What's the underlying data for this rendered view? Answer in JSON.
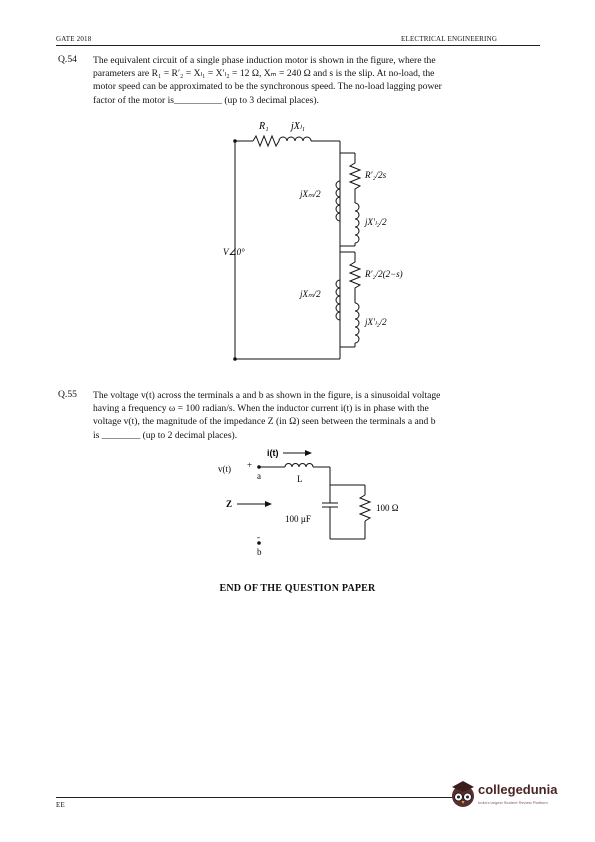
{
  "header": {
    "left": "GATE 2018",
    "right": "ELECTRICAL ENGINEERING"
  },
  "q54": {
    "number": "Q.54",
    "lines": [
      "The equivalent circuit of a single phase induction motor is shown in the figure, where the",
      "parameters are R₁ = R′₂ = Xₗ₁ = X′ₗ₂ = 12 Ω, Xₘ = 240 Ω and s is the slip. At no-load, the",
      "motor speed can be approximated to be the synchronous speed. The no-load lagging power",
      "factor of the motor is__________ (up to 3 decimal places)."
    ],
    "figure": {
      "r1": "R₁",
      "jxl1": "jXₗ₁",
      "source": "V∠0°",
      "jxm_top": "jXₘ/2",
      "rf": "R′₂/2s",
      "jxf": "jX′ₗ₂/2",
      "jxm_bot": "jXₘ/2",
      "rb": "R′₂/2(2−s)",
      "jxb": "jX′ₗ₂/2"
    }
  },
  "q55": {
    "number": "Q.55",
    "lines": [
      "The voltage v(t) across the terminals a and b as shown in the figure, is a sinusoidal voltage",
      "having a frequency ω = 100 radian/s. When the inductor current i(t) is in phase with the",
      "voltage v(t), the magnitude of the impedance Z (in Ω) seen between the terminals a and b",
      "is ________ (up to 2 decimal places)."
    ],
    "figure": {
      "current": "i(t)",
      "vt": "v(t)",
      "plus": "+",
      "minus": "-",
      "a": "a",
      "b": "b",
      "L": "L",
      "Z": "Z",
      "cap": "100 µF",
      "res": "100 Ω"
    }
  },
  "end_text": "END OF THE QUESTION PAPER",
  "footer": {
    "left": "EE",
    "brand": "collegedunia",
    "tagline": "India's largest Student Review Platform"
  }
}
